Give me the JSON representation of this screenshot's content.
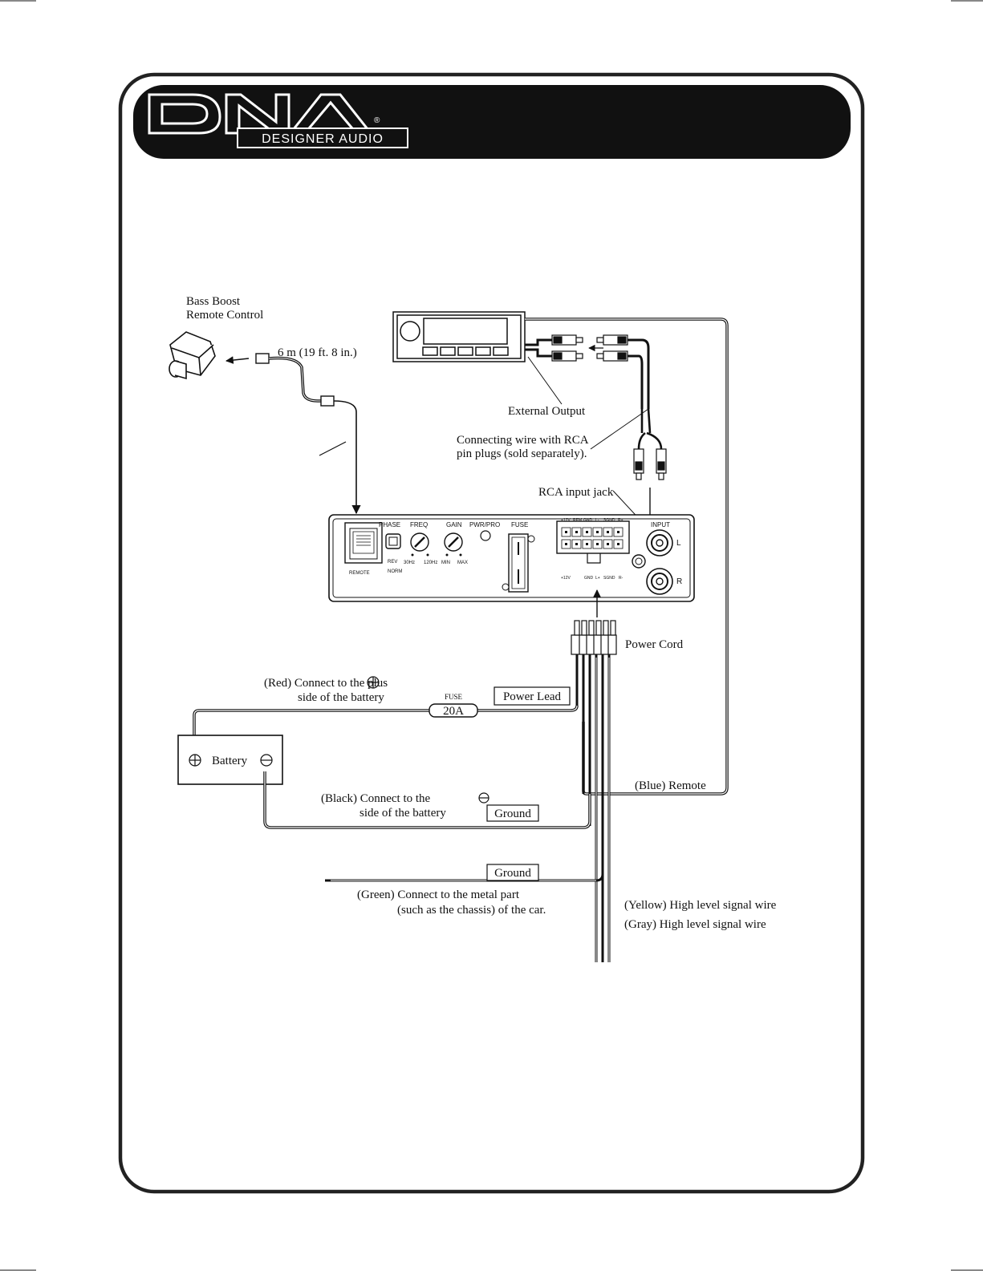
{
  "brand": {
    "logo_text": "DNA",
    "registered_mark": "®",
    "tagline": "DESIGNER AUDIO"
  },
  "labels": {
    "bass_boost_line1": "Bass Boost",
    "bass_boost_line2": "Remote Control",
    "cable_length": "6 m (19 ft. 8 in.)",
    "external_output": "External Output",
    "rca_wire_line1": "Connecting wire with RCA",
    "rca_wire_line2": "pin plugs (sold separately).",
    "rca_input_jack": "RCA input jack",
    "power_cord": "Power Cord",
    "red_line1": "(Red) Connect to the plus",
    "red_line2": "side of the battery",
    "fuse_caption": "FUSE",
    "fuse_rating": "20A",
    "power_lead": "Power Lead",
    "battery": "Battery",
    "black_line1": "(Black) Connect to the",
    "black_line2": "side of the battery",
    "ground_1": "Ground",
    "ground_2": "Ground",
    "blue_remote": "(Blue) Remote",
    "green_line1": "(Green) Connect to the metal part",
    "green_line2": "(such as the chassis) of the car.",
    "yellow_wire": "(Yellow) High level signal wire",
    "gray_wire": "(Gray) High level signal wire"
  },
  "panel": {
    "phase": "PHASE",
    "freq": "FREQ",
    "gain": "GAIN",
    "pwr_pro": "PWR/PRO",
    "fuse": "FUSE",
    "input": "INPUT",
    "rev": "REV",
    "norm": "NORM",
    "hz30": "30Hz",
    "hz120": "120Hz",
    "min": "MIN",
    "max": "MAX",
    "remote": "REMOTE",
    "ch_l": "L",
    "ch_r": "R",
    "pins_top": [
      "+12V",
      "REM",
      "GND",
      "L-",
      "SGND",
      "R+"
    ],
    "pins_bottom": [
      "+12V",
      "GND",
      "L+",
      "SGND",
      "R-"
    ]
  }
}
